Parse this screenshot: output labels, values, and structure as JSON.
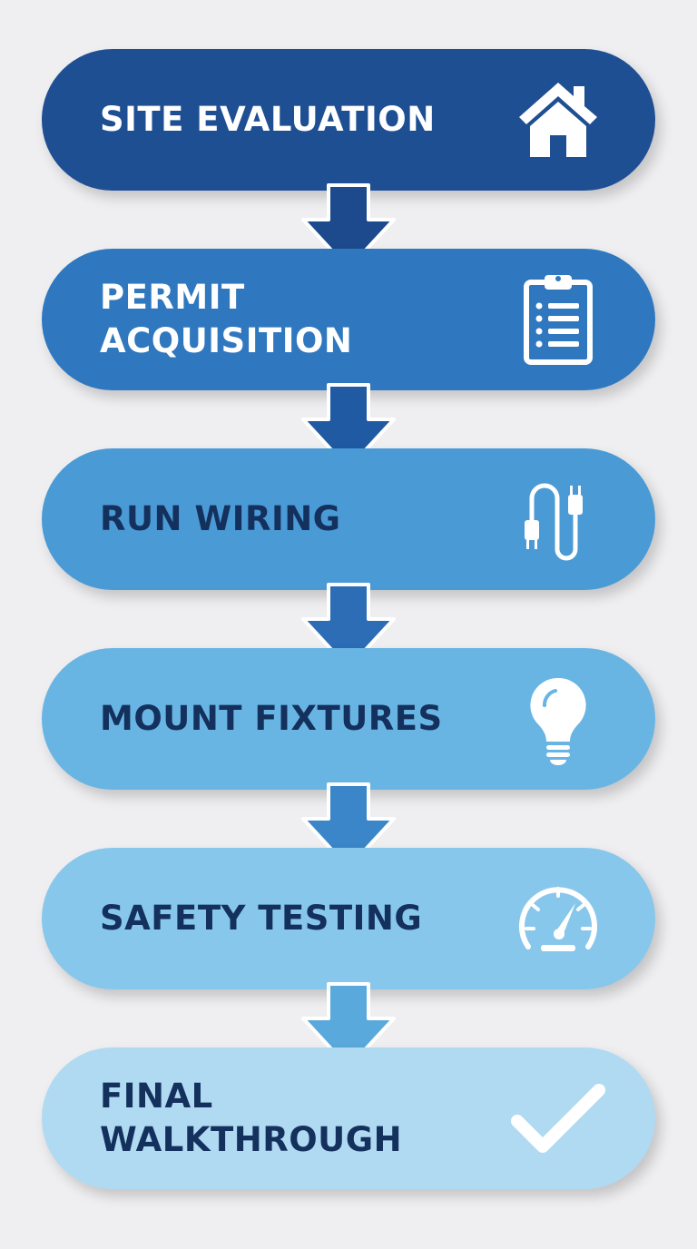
{
  "steps": [
    {
      "label": "SITE EVALUATION",
      "icon": "house-icon",
      "color": "#1f4f93",
      "text_color": "#ffffff"
    },
    {
      "label": "PERMIT\nACQUISITION",
      "icon": "clipboard-icon",
      "color": "#2f78c0",
      "text_color": "#ffffff"
    },
    {
      "label": "RUN WIRING",
      "icon": "plug-cable-icon",
      "color": "#4a9ad6",
      "text_color": "#14305c"
    },
    {
      "label": "MOUNT FIXTURES",
      "icon": "light-bulb-icon",
      "color": "#68b5e4",
      "text_color": "#14305c"
    },
    {
      "label": "SAFETY TESTING",
      "icon": "gauge-icon",
      "color": "#88c7ec",
      "text_color": "#14305c"
    },
    {
      "label": "FINAL\nWALKTHROUGH",
      "icon": "checkmark-icon",
      "color": "#b0daf2",
      "text_color": "#14305c"
    }
  ],
  "arrow_colors": [
    "#1c4a8c",
    "#1f5aa3",
    "#2c6db6",
    "#3a86c8",
    "#5aa9dc"
  ]
}
